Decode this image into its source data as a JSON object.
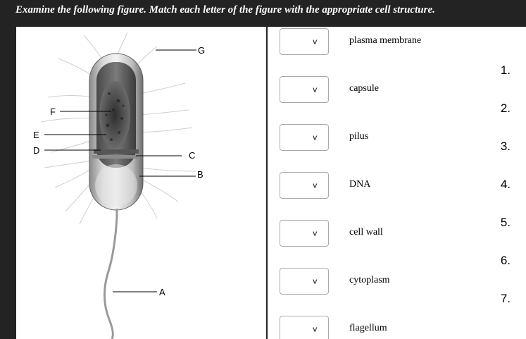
{
  "instruction": "Examine the following figure. Match each letter of the figure with the appropriate cell structure.",
  "figure": {
    "labels": {
      "A": "A",
      "B": "B",
      "C": "C",
      "D": "D",
      "E": "E",
      "F": "F",
      "G": "G"
    }
  },
  "matches": [
    {
      "term": "plasma membrane",
      "selected": ""
    },
    {
      "term": "capsule",
      "selected": ""
    },
    {
      "term": "pilus",
      "selected": ""
    },
    {
      "term": "DNA",
      "selected": ""
    },
    {
      "term": "cell wall",
      "selected": ""
    },
    {
      "term": "cytoplasm",
      "selected": ""
    },
    {
      "term": "flagellum",
      "selected": ""
    }
  ],
  "numbers": [
    "1.",
    "2.",
    "3.",
    "4.",
    "5.",
    "6.",
    "7."
  ],
  "icons": {
    "dropdown": "chevron-down-icon"
  }
}
